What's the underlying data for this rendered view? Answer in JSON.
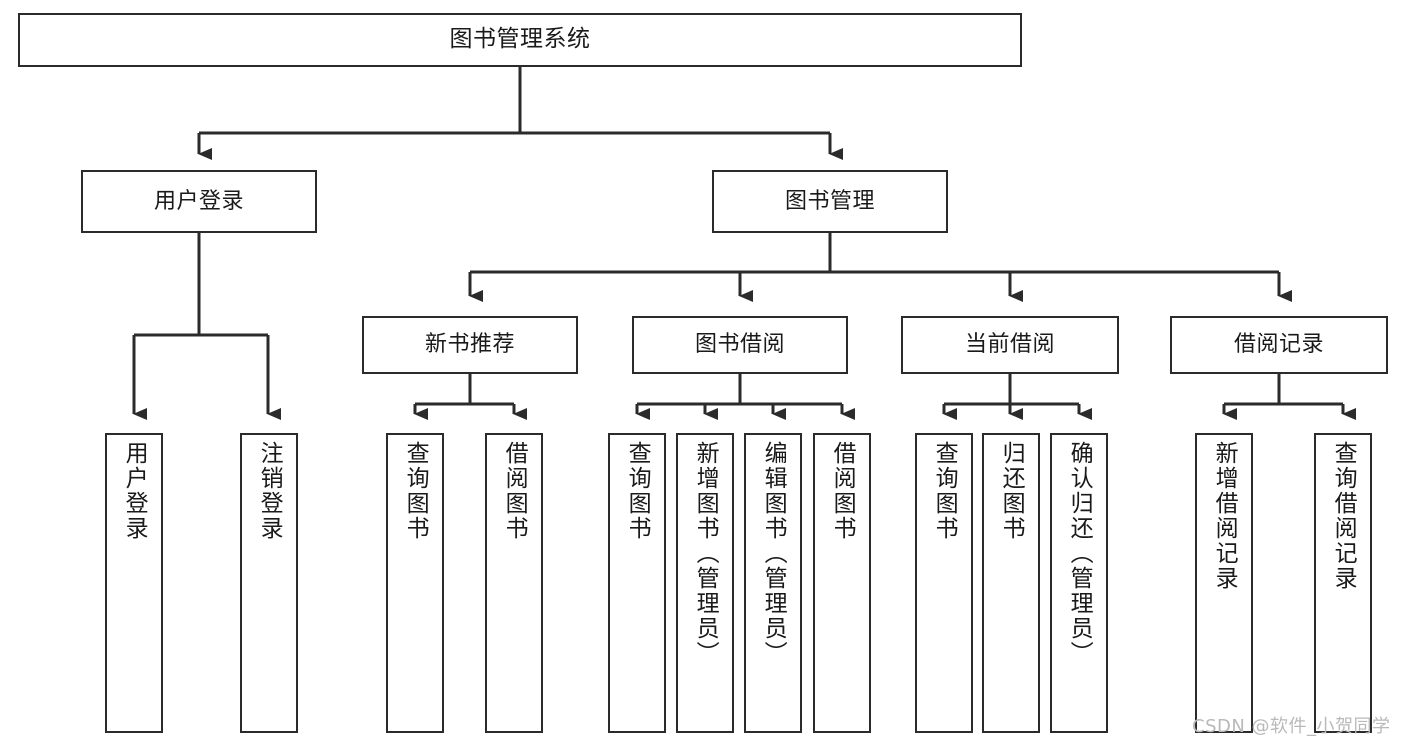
{
  "diagram": {
    "type": "tree-hierarchy",
    "title": "图书管理系统",
    "levels": 4,
    "root": {
      "id": "root",
      "label": "图书管理系统"
    },
    "level2": [
      {
        "id": "user-login",
        "label": "用户登录"
      },
      {
        "id": "book-management",
        "label": "图书管理"
      }
    ],
    "level3": [
      {
        "id": "new-book-recommend",
        "label": "新书推荐",
        "parent": "book-management"
      },
      {
        "id": "book-borrow",
        "label": "图书借阅",
        "parent": "book-management"
      },
      {
        "id": "current-borrow",
        "label": "当前借阅",
        "parent": "book-management"
      },
      {
        "id": "borrow-record",
        "label": "借阅记录",
        "parent": "book-management"
      }
    ],
    "leaves": {
      "user-login": [
        {
          "id": "leaf-user-login",
          "label": "用户登录"
        },
        {
          "id": "leaf-user-logout",
          "label": "注销登录"
        }
      ],
      "new-book-recommend": [
        {
          "id": "leaf-query-book-1",
          "label": "查询图书"
        },
        {
          "id": "leaf-borrow-book-1",
          "label": "借阅图书"
        }
      ],
      "book-borrow": [
        {
          "id": "leaf-query-book-2",
          "label": "查询图书"
        },
        {
          "id": "leaf-add-book",
          "label": "新增图书（管理员）"
        },
        {
          "id": "leaf-edit-book",
          "label": "编辑图书（管理员）"
        },
        {
          "id": "leaf-borrow-book-2",
          "label": "借阅图书"
        }
      ],
      "current-borrow": [
        {
          "id": "leaf-query-book-3",
          "label": "查询图书"
        },
        {
          "id": "leaf-return-book",
          "label": "归还图书"
        },
        {
          "id": "leaf-confirm-return",
          "label": "确认归还（管理员）"
        }
      ],
      "borrow-record": [
        {
          "id": "leaf-add-record",
          "label": "新增借阅记录"
        },
        {
          "id": "leaf-query-record",
          "label": "查询借阅记录"
        }
      ]
    }
  },
  "watermark": {
    "text": "CSDN @软件_小贺同学"
  },
  "colors": {
    "stroke": "#2b2b2b",
    "background": "#ffffff",
    "text": "#1a1a1a",
    "watermark": "#b9b9b9"
  }
}
